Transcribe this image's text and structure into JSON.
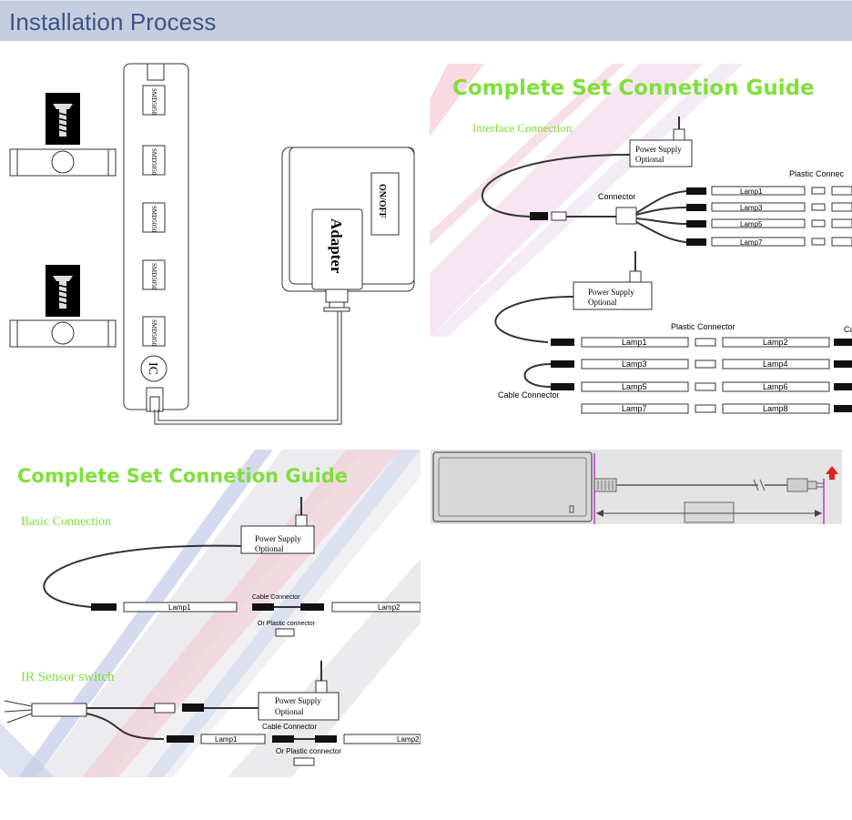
{
  "header": {
    "title": "Installation Process"
  },
  "panel1": {
    "strip_labels": [
      "SMD5050",
      "SMD5050",
      "SMD5050",
      "SMD5050",
      "SMD5050"
    ],
    "ic_label": "IC",
    "adapter_label": "Adapter",
    "switch_label": "ON/OFF"
  },
  "panel2": {
    "title": "Complete Set Connetion Guide",
    "subtitle": "Interface Connection",
    "power_supply": "Power Supply",
    "optional": "Optional",
    "connector": "Connector",
    "plastic_connector": "Plastic Connector",
    "plastic_connector_top": "Plastic Connec",
    "cable_connector": "Cable Connector",
    "ca_cut": "Ca",
    "top_lamps": [
      "Lamp1",
      "Lamp3",
      "Lamp5",
      "Lamp7"
    ],
    "grid_lamps": [
      "Lamp1",
      "Lamp2",
      "Lamp3",
      "Lamp4",
      "Lamp5",
      "Lamp6",
      "Lamp7",
      "Lamp8"
    ]
  },
  "panel3": {
    "title": "Complete Set Connetion Guide",
    "basic_connection": "Basic Connection",
    "ir_sensor": "IR Sensor switch",
    "power_supply": "Power Supply",
    "optional": "Optional",
    "cable_connector": "Cable Connector",
    "or_plastic": "Or Plastic connector",
    "lamp1": "Lamp1",
    "lamp2": "Lamp2",
    "lamp2_cut": "Lamp2"
  },
  "colors": {
    "header_bg": "#c5cde0",
    "header_text": "#3d5383",
    "guide_green": "#7fe03a",
    "arrow_red": "#e0201a",
    "marker_magenta": "#cc33cc"
  }
}
